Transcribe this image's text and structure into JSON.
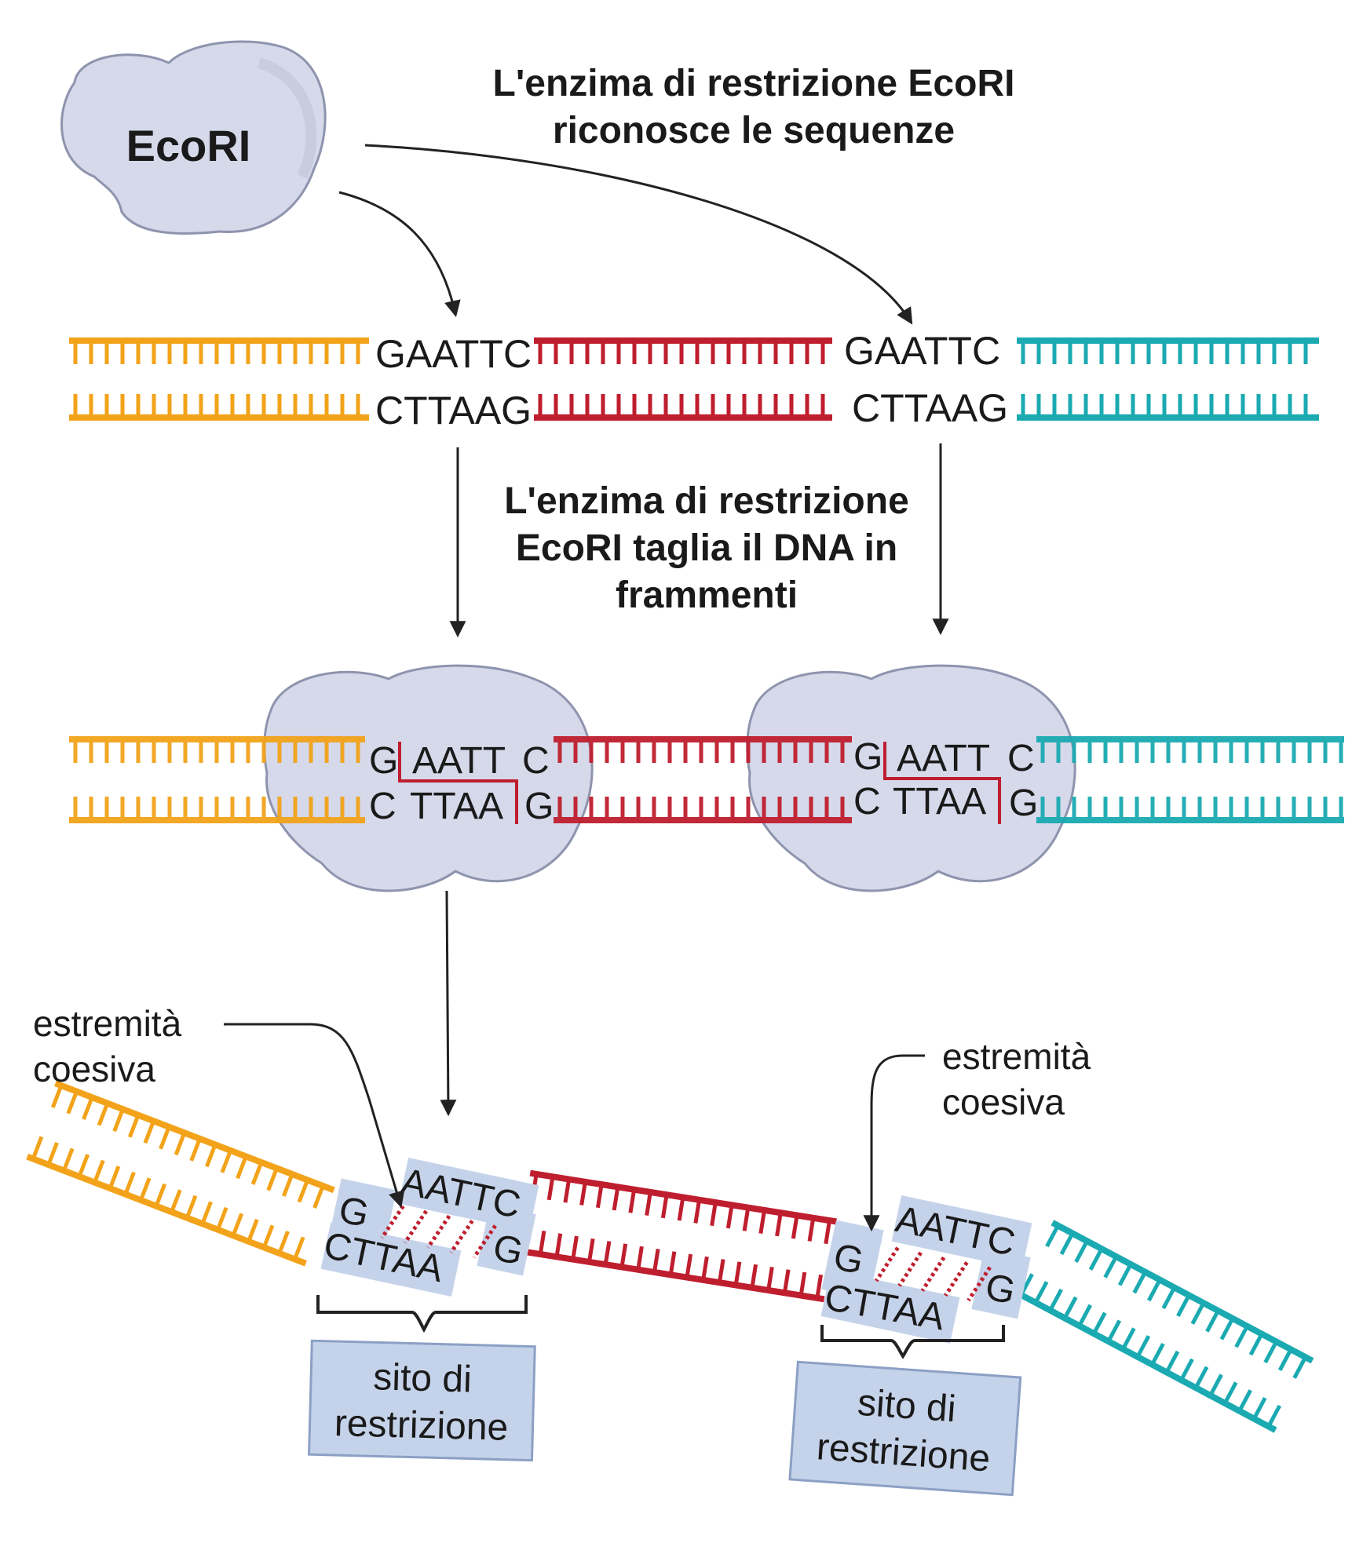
{
  "colors": {
    "orange": "#F2A31A",
    "red": "#BF1E2E",
    "teal": "#1BAAB2",
    "enzyme_fill": "#D5D9EA",
    "enzyme_stroke": "#8E94AE",
    "box_fill": "#C5D3EA",
    "box_stroke": "#8CA0C4",
    "arrow": "#222222"
  },
  "enzyme_label": "EcoRI",
  "step1_title": [
    "L'enzima di restrizione EcoRI",
    "riconosce le sequenze"
  ],
  "step2_title": [
    "L'enzima di restrizione",
    "EcoRI taglia il DNA in",
    "frammenti"
  ],
  "site1": {
    "top": "GAATTC",
    "bottom": "CTTAAG"
  },
  "site2": {
    "top": "GAATTC",
    "bottom": "CTTAAG"
  },
  "cut": {
    "g": "G",
    "aatt": "AATT",
    "c": "C",
    "ttaa": "TTAA"
  },
  "sticky": {
    "g": "G",
    "aattc": "AATTC",
    "cttaa": "CTTAA"
  },
  "sticky_end_label": [
    "estremità",
    "coesiva"
  ],
  "restriction_site_label": [
    "sito di",
    "restrizione"
  ]
}
